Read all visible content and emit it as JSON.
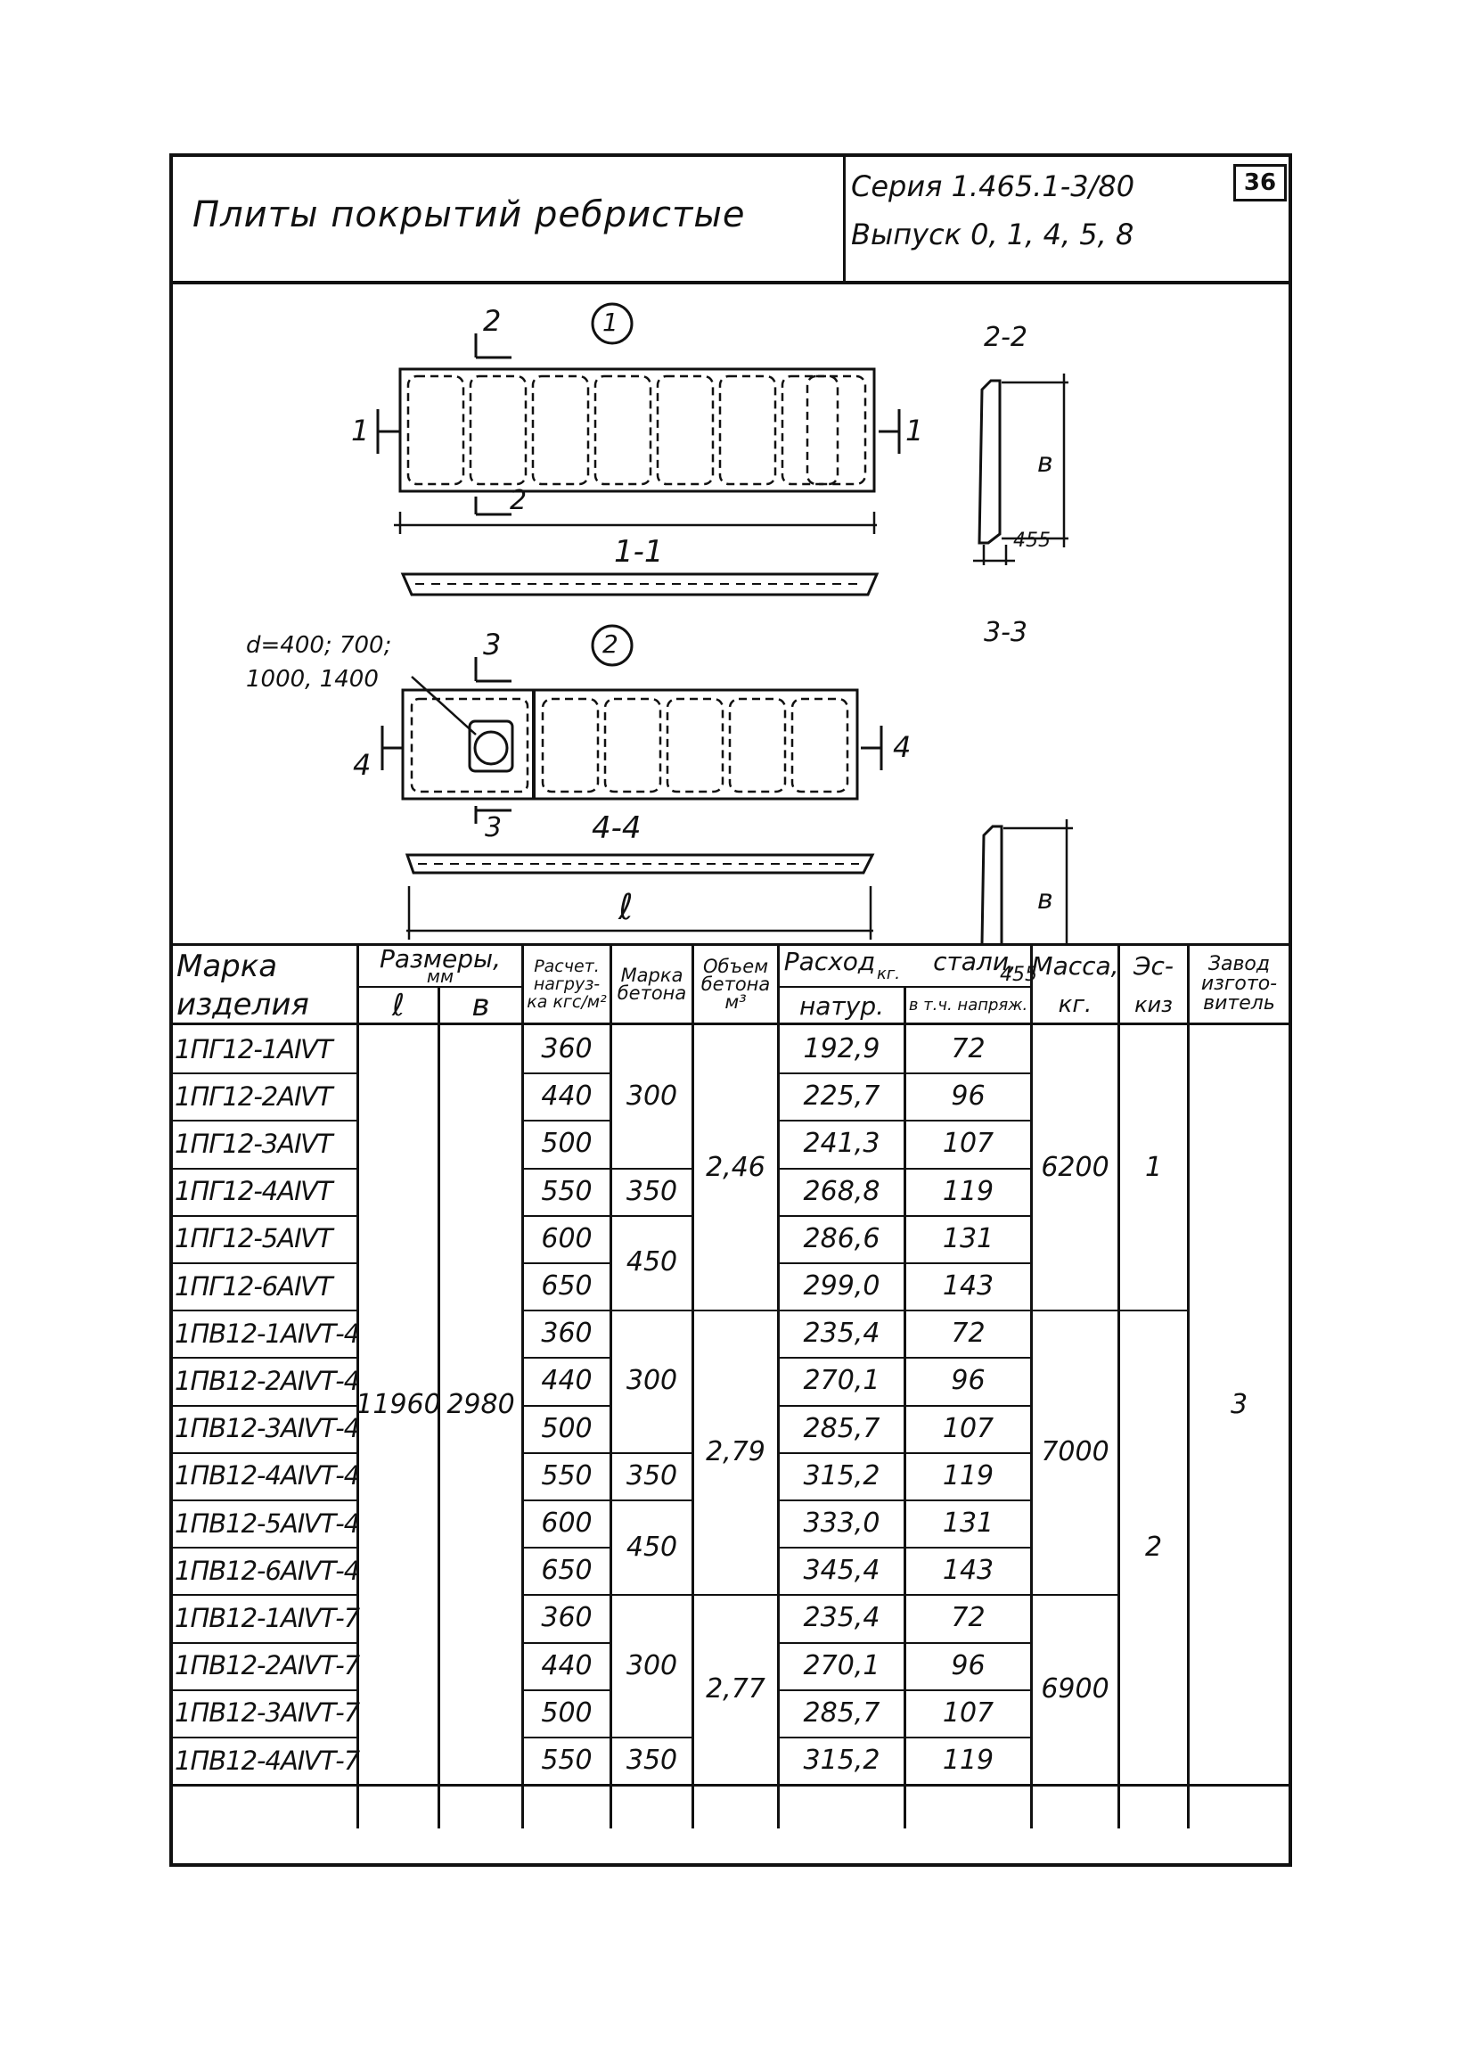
{
  "title_block": {
    "plate_title": "Плиты покрытий ребристые",
    "series": "Серия 1.465.1-3/80",
    "issue": "Выпуск 0, 1, 4, 5, 8",
    "page": "36"
  },
  "drawing": {
    "plate1_marker": "1",
    "plate2_marker": "2",
    "section_2_2": "2-2",
    "section_3_3": "3-3",
    "section_1_1": "1-1",
    "section_4_4": "4-4",
    "cut_2": "2",
    "cut_1": "1",
    "cut_3": "3",
    "cut_4": "4",
    "dim_b": "в",
    "dim_l": "ℓ",
    "dim_455": "455",
    "hole_note_1": "d=400; 700;",
    "hole_note_2": "1000, 1400"
  },
  "table": {
    "headers": {
      "mark_1": "Марка",
      "mark_2": "изделия",
      "dims_1": "Размеры,",
      "dims_2": "мм",
      "dim_l": "ℓ",
      "dim_b": "в",
      "load": "Расчет. нагруз- ка кгс/м²",
      "concrete_grade": "Марка бетона",
      "concrete_volume": "Объем бетона м³",
      "steel_1": "Расход",
      "steel_unit": "кг.",
      "steel_2": "стали,",
      "steel_total": "натур.",
      "steel_prestressed": "в т.ч. напряж.",
      "mass_1": "Масса,",
      "mass_2": "кг.",
      "sketch_1": "Эс-",
      "sketch_2": "киз",
      "plant": "Завод изгото- витель"
    },
    "rows": [
      {
        "mark": "1ПГ12-1АⅣТ",
        "load": "360",
        "steel_total": "192,9",
        "steel_prestressed": "72"
      },
      {
        "mark": "1ПГ12-2АⅣТ",
        "load": "440",
        "steel_total": "225,7",
        "steel_prestressed": "96"
      },
      {
        "mark": "1ПГ12-3АⅣТ",
        "load": "500",
        "steel_total": "241,3",
        "steel_prestressed": "107"
      },
      {
        "mark": "1ПГ12-4АⅣТ",
        "load": "550",
        "steel_total": "268,8",
        "steel_prestressed": "119"
      },
      {
        "mark": "1ПГ12-5АⅣТ",
        "load": "600",
        "steel_total": "286,6",
        "steel_prestressed": "131"
      },
      {
        "mark": "1ПГ12-6АⅣТ",
        "load": "650",
        "steel_total": "299,0",
        "steel_prestressed": "143"
      },
      {
        "mark": "1ПВ12-1АⅣТ-4",
        "load": "360",
        "steel_total": "235,4",
        "steel_prestressed": "72"
      },
      {
        "mark": "1ПВ12-2АⅣТ-4",
        "load": "440",
        "steel_total": "270,1",
        "steel_prestressed": "96"
      },
      {
        "mark": "1ПВ12-3АⅣТ-4",
        "load": "500",
        "steel_total": "285,7",
        "steel_prestressed": "107"
      },
      {
        "mark": "1ПВ12-4АⅣТ-4",
        "load": "550",
        "steel_total": "315,2",
        "steel_prestressed": "119"
      },
      {
        "mark": "1ПВ12-5АⅣТ-4",
        "load": "600",
        "steel_total": "333,0",
        "steel_prestressed": "131"
      },
      {
        "mark": "1ПВ12-6АⅣТ-4",
        "load": "650",
        "steel_total": "345,4",
        "steel_prestressed": "143"
      },
      {
        "mark": "1ПВ12-1АⅣТ-7",
        "load": "360",
        "steel_total": "235,4",
        "steel_prestressed": "72"
      },
      {
        "mark": "1ПВ12-2АⅣТ-7",
        "load": "440",
        "steel_total": "270,1",
        "steel_prestressed": "96"
      },
      {
        "mark": "1ПВ12-3АⅣТ-7",
        "load": "500",
        "steel_total": "285,7",
        "steel_prestressed": "107"
      },
      {
        "mark": "1ПВ12-4АⅣТ-7",
        "load": "550",
        "steel_total": "315,2",
        "steel_prestressed": "119"
      }
    ],
    "merged": {
      "length": "11960",
      "width": "2980",
      "grade_a": "300",
      "grade_b": "350",
      "grade_c": "450",
      "grade_d": "300",
      "grade_e": "350",
      "grade_f": "450",
      "grade_g": "300",
      "grade_h": "350",
      "volume_a": "2,46",
      "volume_b": "2,79",
      "volume_c": "2,77",
      "mass_a": "6200",
      "mass_b": "7000",
      "mass_c": "6900",
      "sketch_a": "1",
      "sketch_b": "2",
      "plant": "3"
    }
  }
}
